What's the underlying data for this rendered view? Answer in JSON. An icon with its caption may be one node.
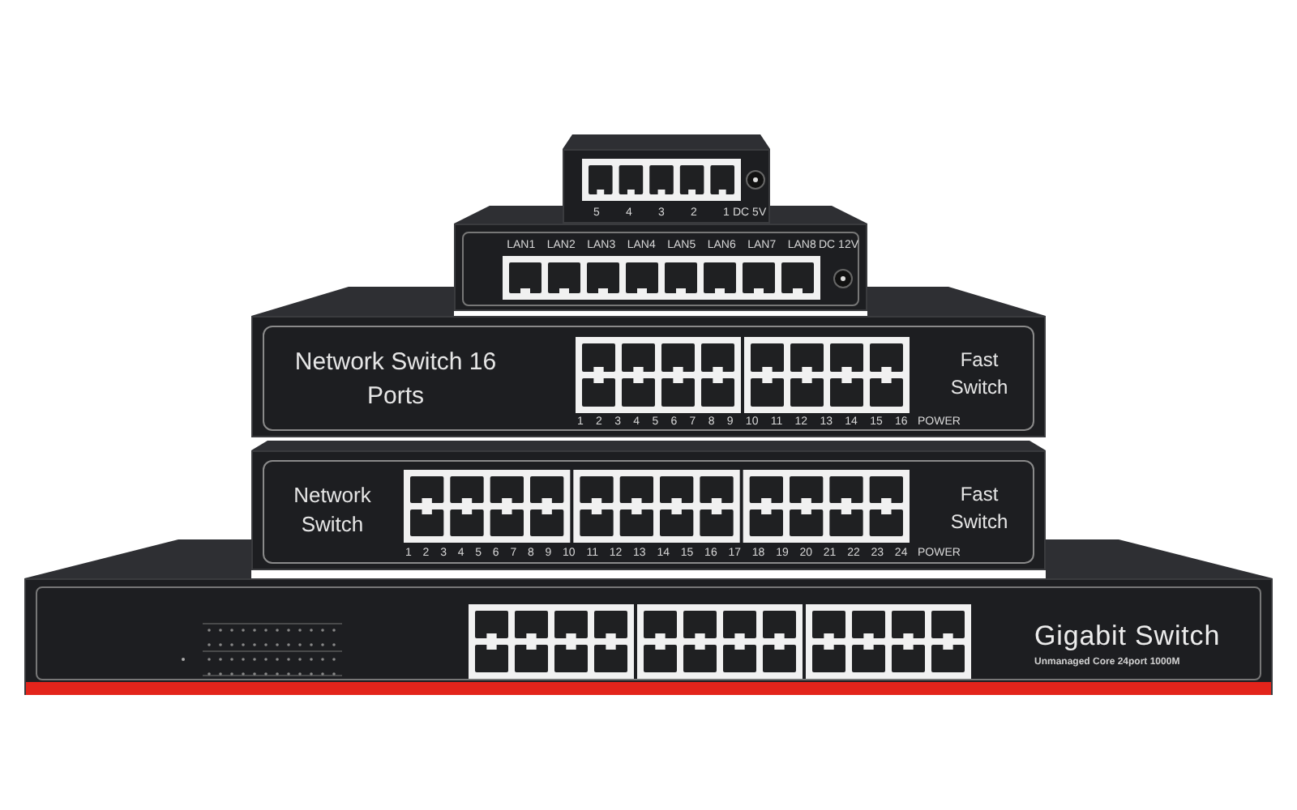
{
  "diagram": {
    "nodes": [
      {
        "text": [
          "5",
          "4",
          "3",
          "2",
          "1",
          "DC 5V"
        ]
      },
      {
        "text": [
          "LAN1",
          "LAN2",
          "LAN3",
          "LAN4",
          "LAN5",
          "LAN6",
          "LAN7",
          "LAN8",
          "DC 12V"
        ]
      },
      {
        "text": [
          "Network Switch 16 Ports",
          "Fast Switch",
          "1",
          "2",
          "3",
          "4",
          "5",
          "6",
          "7",
          "8",
          "9",
          "10",
          "11",
          "12",
          "13",
          "14",
          "15",
          "16",
          "POWER"
        ]
      },
      {
        "text": [
          "Network Switch",
          "Fast Switch",
          "1",
          "2",
          "3",
          "4",
          "5",
          "6",
          "7",
          "8",
          "9",
          "10",
          "11",
          "12",
          "13",
          "14",
          "15",
          "16",
          "17",
          "18",
          "19",
          "20",
          "21",
          "22",
          "23",
          "24",
          "POWER"
        ]
      },
      {
        "text": [
          "Gigabit Switch",
          "Unmanaged Core 24port 1000M"
        ]
      }
    ]
  }
}
